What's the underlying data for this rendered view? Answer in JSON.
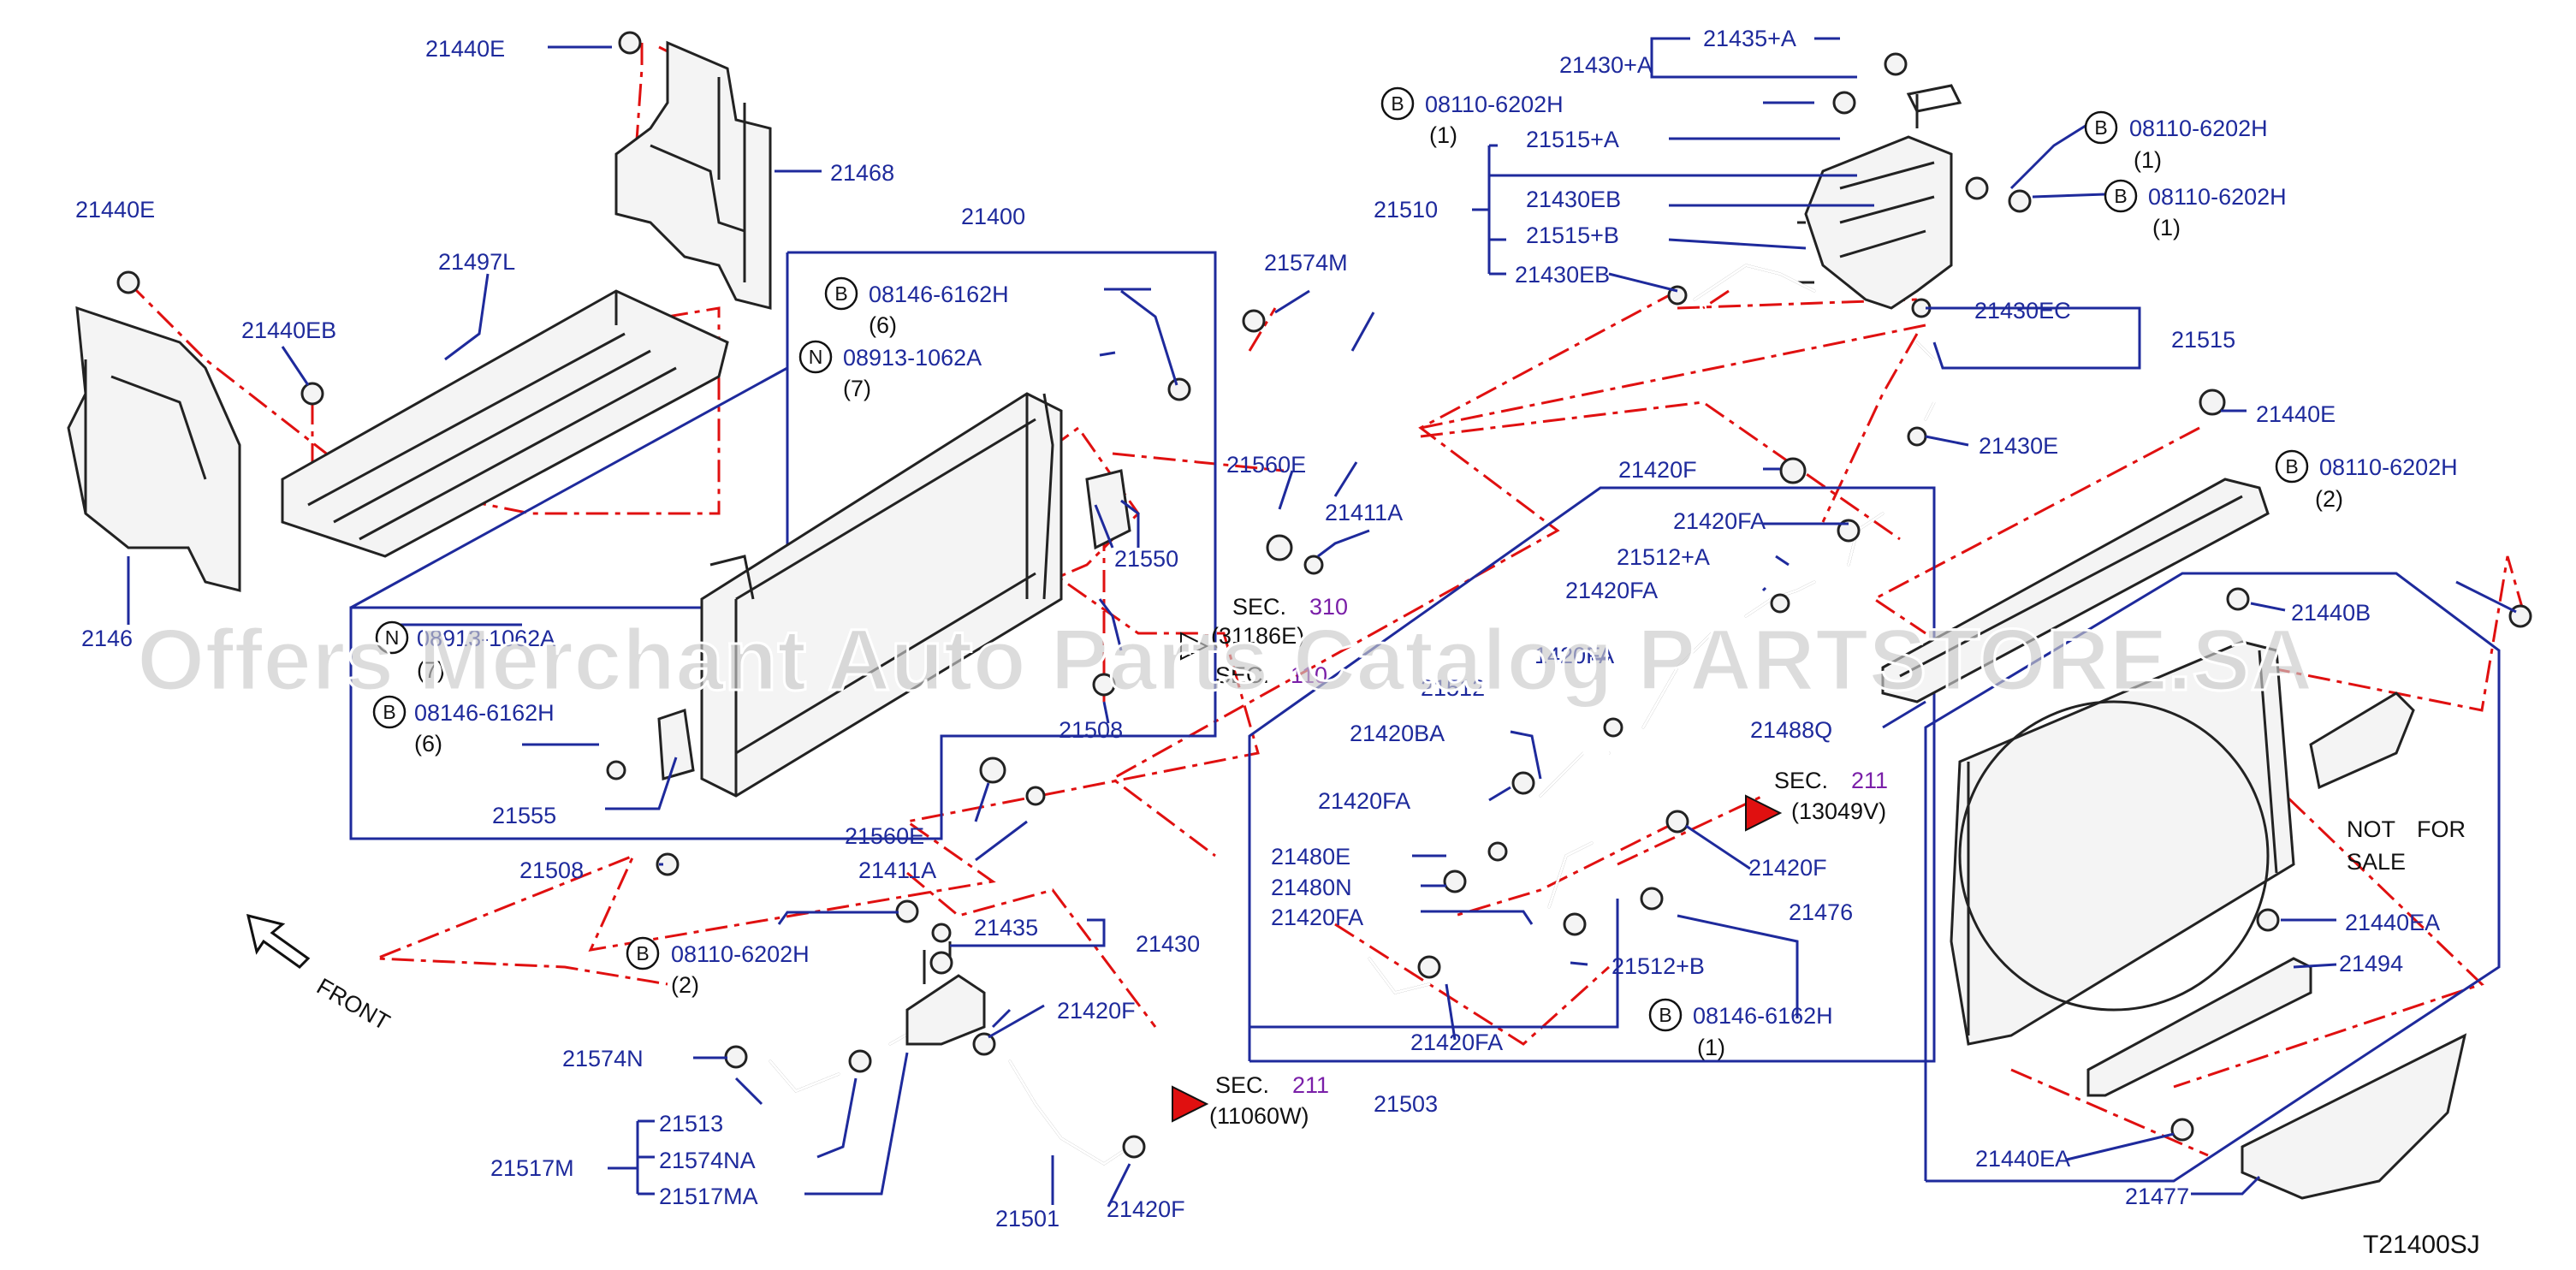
{
  "diagram_code": "T21400SJ",
  "watermark": "Offers Merchant Auto Parts Catalog PARTSTORE.SA",
  "front_label": "FRONT",
  "not_for_sale": [
    "NOT FOR",
    "SALE"
  ],
  "part_numbers": {
    "p21440E_a": "21440E",
    "p21440E_b": "21440E",
    "p21440E_c": "21440E",
    "p21468": "21468",
    "p21497L": "21497L",
    "p21440EB": "21440EB",
    "p21460": "2146",
    "p21400": "21400",
    "p21574M": "21574M",
    "p21560E_a": "21560E",
    "p21411A_a": "21411A",
    "p21550": "21550",
    "p21508_a": "21508",
    "p21508_b": "21508",
    "p21555": "21555",
    "p21560E_b": "21560E",
    "p21411A_b": "21411A",
    "p21435_a": "21435+A",
    "p21430_a": "21430+A",
    "p21515_a": "21515+A",
    "p21510": "21510",
    "p21430EB_a": "21430EB",
    "p21515_b": "21515+B",
    "p21430EB_b": "21430EB",
    "p21430EC": "21430EC",
    "p21515": "21515",
    "p21430E": "21430E",
    "p21420F_a": "21420F",
    "p21420FA_a": "21420FA",
    "p21512_a": "21512+A",
    "p21420FA_b": "21420FA",
    "p21420FA_partial": "1420FA",
    "p21512": "21512",
    "p21420BA": "21420BA",
    "p21420FA_c": "21420FA",
    "p21480E": "21480E",
    "p21480N": "21480N",
    "p21420FA_d": "21420FA",
    "p21512_b": "21512+B",
    "p21420FA_e": "21420FA",
    "p21503": "21503",
    "p21420F_b": "21420F",
    "p21488Q": "21488Q",
    "p21440B": "21440B",
    "p21476": "21476",
    "p21440EA_a": "21440EA",
    "p21494": "21494",
    "p21440EA_b": "21440EA",
    "p21477": "21477",
    "p21435_b": "21435",
    "p21430": "21430",
    "p21420F_c": "21420F",
    "p21574N": "21574N",
    "p21513": "21513",
    "p21517M": "21517M",
    "p21574NA": "21574NA",
    "p21517MA": "21517MA",
    "p21501": "21501",
    "p21420F_d": "21420F"
  },
  "fasteners": {
    "f1": {
      "badge": "B",
      "part": "08146-6162H",
      "qty": "(6)"
    },
    "f2": {
      "badge": "N",
      "part": "08913-1062A",
      "qty": "(7)"
    },
    "f3": {
      "badge": "N",
      "part": "08913-1062A",
      "qty": "(7)"
    },
    "f4": {
      "badge": "B",
      "part": "08146-6162H",
      "qty": "(6)"
    },
    "f5": {
      "badge": "B",
      "part": "08110-6202H",
      "qty": "(1)"
    },
    "f6": {
      "badge": "B",
      "part": "08110-6202H",
      "qty": "(1)"
    },
    "f7": {
      "badge": "B",
      "part": "08110-6202H",
      "qty": "(1)"
    },
    "f8": {
      "badge": "B",
      "part": "08110-6202H",
      "qty": "(2)"
    },
    "f9": {
      "badge": "B",
      "part": "08146-6162H",
      "qty": "(1)"
    },
    "f10": {
      "badge": "B",
      "part": "08110-6202H",
      "qty": "(2)"
    }
  },
  "sections": {
    "s310": {
      "prefix": "SEC.",
      "num": "310",
      "ref": "(31186E)"
    },
    "s110": {
      "prefix": "SEC.",
      "num": "110"
    },
    "s211a": {
      "prefix": "SEC.",
      "num": "211",
      "ref": "(13049V)"
    },
    "s211b": {
      "prefix": "SEC.",
      "num": "211",
      "ref": "(11060W)"
    }
  },
  "colors": {
    "label": "#1e2a9c",
    "section_num": "#7a1fa8",
    "dashed_line": "#e01010",
    "part_stroke": "#222222"
  }
}
